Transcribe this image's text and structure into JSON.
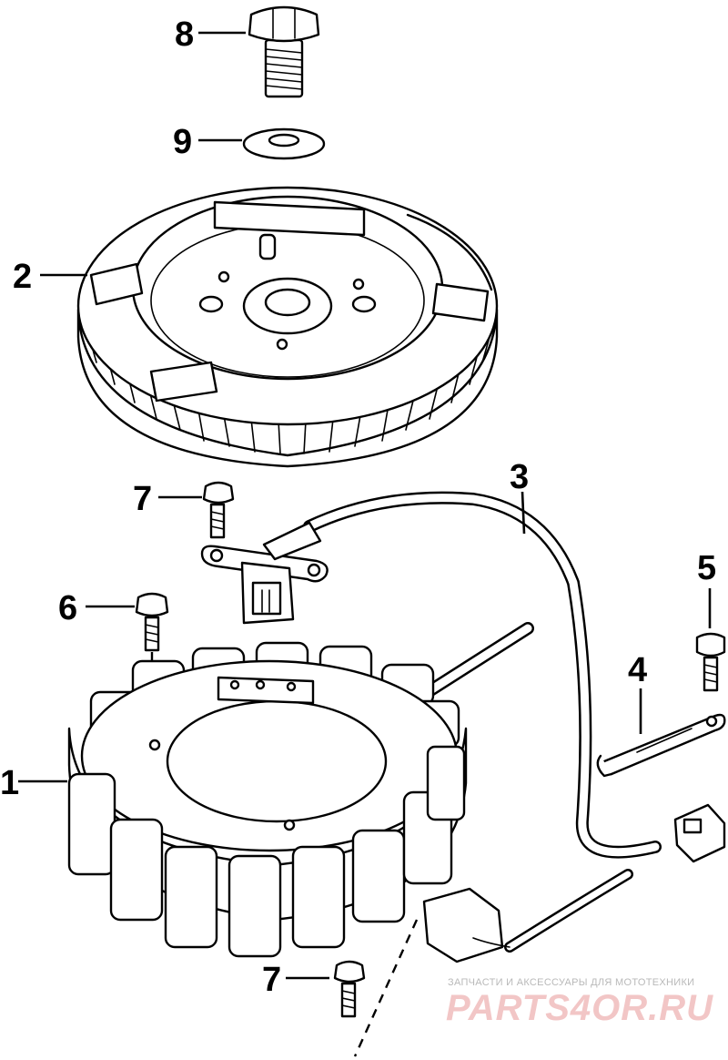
{
  "callouts": [
    {
      "id": "1",
      "label": "1"
    },
    {
      "id": "2",
      "label": "2"
    },
    {
      "id": "3",
      "label": "3"
    },
    {
      "id": "4",
      "label": "4"
    },
    {
      "id": "5",
      "label": "5"
    },
    {
      "id": "6",
      "label": "6"
    },
    {
      "id": "7a",
      "label": "7"
    },
    {
      "id": "7b",
      "label": "7"
    },
    {
      "id": "8",
      "label": "8"
    },
    {
      "id": "9",
      "label": "9"
    }
  ],
  "watermark": {
    "tagline": "ЗАПЧАСТИ И АКСЕССУАРЫ ДЛЯ МОТОТЕХНИКИ",
    "brand": "PARTS4OR.RU"
  },
  "colors": {
    "line": "#000000",
    "background": "#ffffff",
    "watermark_brand": "#f2c6c6",
    "watermark_tagline": "#b9b9b9"
  }
}
